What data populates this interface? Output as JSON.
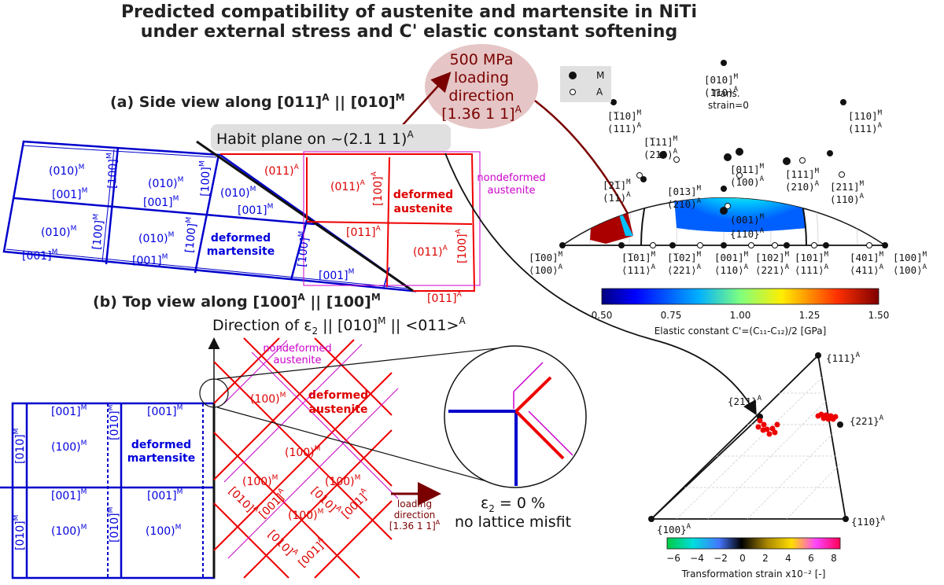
{
  "title": {
    "line1": "Predicted compatibility of austenite and martensite in NiTi",
    "line2": "under external stress and C' elastic constant softening"
  },
  "panel_a": {
    "label": "(a) Side view along [011]",
    "label_sup1": "A",
    "label_mid": " || [010]",
    "label_sup2": "M",
    "habit_plane": "Habit plane on ~(2.1 1 1)",
    "habit_sup": "A",
    "deformed_martensite": [
      "deformed",
      "martensite"
    ],
    "deformed_austenite": [
      "deformed",
      "austenite"
    ],
    "nondeformed_austenite": [
      "nondeformed",
      "austenite"
    ],
    "m_labels": [
      "(010)",
      "[001]",
      "[100]"
    ],
    "a_labels": [
      "(011)",
      "[100]",
      "[011]"
    ]
  },
  "loading_bubble": {
    "lines": [
      "500 MPa",
      "loading",
      "direction",
      "[1.36 1 1]"
    ],
    "sup": "A"
  },
  "panel_b": {
    "label": "(b) Top view along [100]",
    "label_sup1": "A",
    "label_mid": " || [100]",
    "label_sup2": "M",
    "direction_label": "Direction of ε",
    "direction_sub": "2",
    "direction_rest": " || [010]",
    "direction_sup1": "M",
    "direction_rest2": " || <011>",
    "direction_sup2": "A",
    "deformed_martensite": [
      "deformed",
      "martensite"
    ],
    "deformed_austenite": [
      "deformed",
      "austenite"
    ],
    "nondeformed_austenite": [
      "nondeformed",
      "austenite"
    ],
    "loading": [
      "loading",
      "direction",
      "[1.36 1 1]"
    ],
    "loading_sup": "A",
    "strain_text": "ε",
    "strain_sub": "2",
    "strain_value": " = 0 %",
    "misfit_text": "no lattice misfit",
    "m_labels": [
      "[001]",
      "(100)",
      "[010]"
    ],
    "a_labels": [
      "(100)",
      "[010]",
      "[001]"
    ]
  },
  "pole_figure": {
    "legend": {
      "filled": "M",
      "open": "A"
    },
    "annotation": [
      "Trans.",
      "strain=0"
    ],
    "top_pole": [
      "[010]",
      "(110)"
    ],
    "poles": [
      [
        "[̅110]",
        "(111)"
      ],
      [
        "[110]",
        "(111)"
      ],
      [
        "[̅111]",
        "(210)"
      ],
      [
        "[011]",
        "(100)"
      ],
      [
        "[111]",
        "(210)"
      ],
      [
        "[2̅1]",
        "(11)"
      ],
      [
        "[013]",
        "(210)"
      ],
      [
        "(001)",
        ""
      ],
      [
        "[211]",
        "(110)"
      ],
      [
        "{110}",
        ""
      ]
    ],
    "bottom_poles": [
      [
        "[̅100]",
        "⟨100⟩"
      ],
      [
        "[̅101]",
        "⟨111⟩"
      ],
      [
        "[̅102]",
        "⟨221⟩"
      ],
      [
        "[001]",
        "⟨110⟩"
      ],
      [
        "[102]",
        "⟨221⟩"
      ],
      [
        "[101]",
        "⟨111⟩"
      ],
      [
        "[401]",
        "⟨411⟩"
      ],
      [
        "[100]",
        "⟨100⟩"
      ]
    ],
    "colorbar": {
      "ticks": [
        "0.50",
        "0.75",
        "1.00",
        "1.25",
        "1.50"
      ],
      "label": "Elastic constant C'=(C₁₁-C₁₂)/2 [GPa]",
      "colors": [
        "#00007f",
        "#0000ff",
        "#0080ff",
        "#00e0ff",
        "#7fff7f",
        "#ffee00",
        "#ff8000",
        "#ff1a00",
        "#7f0000"
      ]
    }
  },
  "triangle": {
    "corners": [
      "{111}",
      "{211}",
      "{221}",
      "{100}",
      "{110}"
    ],
    "corner_sup": "A",
    "colorbar": {
      "ticks": [
        "−6",
        "−4",
        "−2",
        "0",
        "2",
        "4",
        "6",
        "8"
      ],
      "label": "Transformation strain x10⁻² [-]",
      "colors": [
        "#00cc44",
        "#00dddd",
        "#4477ff",
        "#000000",
        "#aa8800",
        "#ffdd00",
        "#ff44ff",
        "#ff0055"
      ]
    }
  }
}
